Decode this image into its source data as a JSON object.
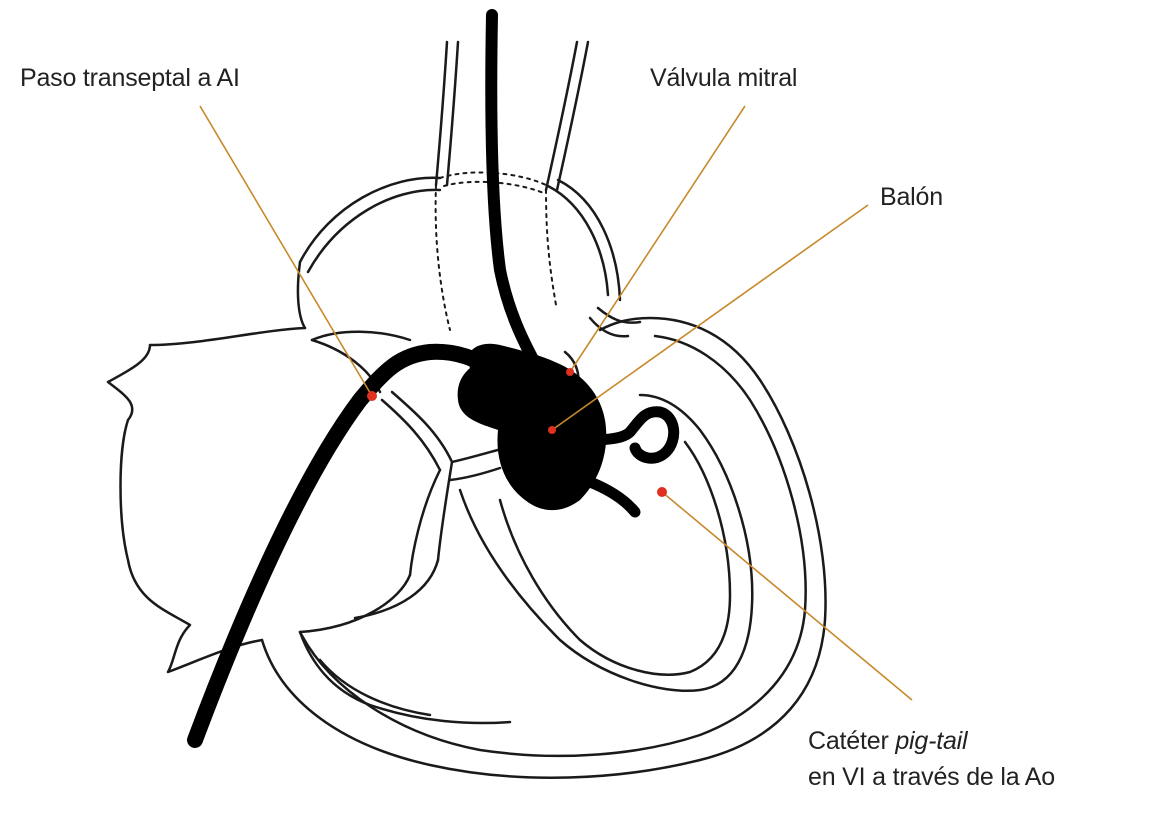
{
  "colors": {
    "outline": "#1a1a1a",
    "catheter": "#000000",
    "leader_line": "#c8892a",
    "marker": "#e03020",
    "background": "#ffffff"
  },
  "labels": {
    "transeptal": "Paso transeptal a AI",
    "mitral": "Válvula mitral",
    "balon": "Balón",
    "pigtail_line1_prefix": "Catéter ",
    "pigtail_line1_italic": "pig-tail",
    "pigtail_line2": "en VI a través de la Ao"
  }
}
